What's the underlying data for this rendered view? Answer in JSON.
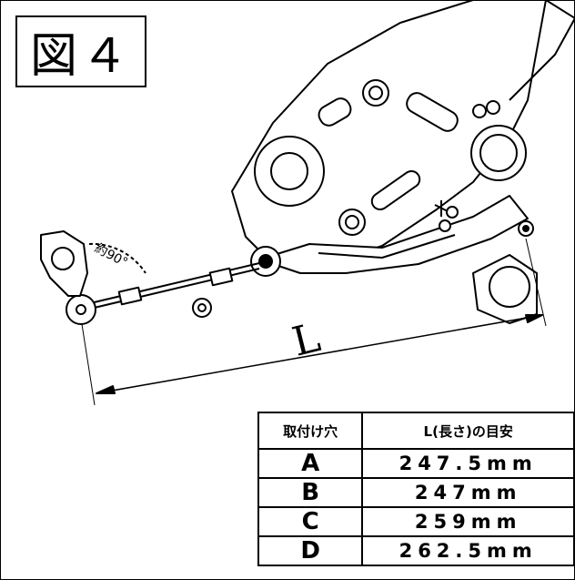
{
  "figure": {
    "label": "図４"
  },
  "drawing": {
    "angle_label": "約90°",
    "dimension_label": "L"
  },
  "table": {
    "headers": [
      "取付け穴",
      "L(長さ)の目安"
    ],
    "rows": [
      {
        "hole": "A",
        "length": "247.5mm"
      },
      {
        "hole": "B",
        "length": "247mm"
      },
      {
        "hole": "C",
        "length": "259mm"
      },
      {
        "hole": "D",
        "length": "262.5mm"
      }
    ]
  },
  "colors": {
    "line": "#000000",
    "fill_light": "#ffffff",
    "fill_grey": "#dcdcdc"
  }
}
